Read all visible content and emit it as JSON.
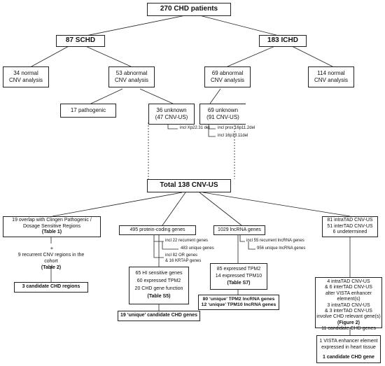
{
  "root": "270 CHD patients",
  "schd": "87 SCHD",
  "ichd": "183 ICHD",
  "schd_normal": [
    "34 normal",
    "CNV analysis"
  ],
  "schd_abnormal": [
    "53 abnormal",
    "CNV analysis"
  ],
  "ichd_abnormal": [
    "69 abnormal",
    "CNV analysis"
  ],
  "ichd_normal": [
    "114 normal",
    "CNV analysis"
  ],
  "pathogenic": "17 pathogenic",
  "schd_unknown": [
    "36 unknown",
    "(47 CNV-US)"
  ],
  "schd_unknown_note": "incl Xp22.31 del",
  "ichd_unknown": [
    "69 unknown",
    "(91 CNV-US)"
  ],
  "ichd_unknown_note": [
    "incl prox 16p11.2del",
    "incl 16p13.11del"
  ],
  "total": "Total 138 CNV-US",
  "col1": {
    "box1": [
      "19 overlap with Clingen Pathogenic /",
      "Dosage Sensitive Regions",
      "(Table 1)"
    ],
    "plus": "+",
    "box2": [
      "9 recurrent CNV regions in the",
      "cohort",
      "(Table 2)"
    ],
    "result": "3 candidate CHD regions"
  },
  "col2": {
    "box1": "495 protein-coding genes",
    "note1": "incl 22 recurrent genes",
    "note2": "483 unique genes",
    "note3": [
      "incl 82 OR genes",
      "& 16 KRTAP genes"
    ],
    "box2": [
      "65 HI sensitive genes",
      "60 expressed TPM2",
      "20 CHD gene function",
      "(Table S5)"
    ],
    "result": "19 ‘unique’ candidate CHD genes"
  },
  "col3": {
    "box1": "1029 lncRNA genes",
    "note1": "incl 55 recurrent lncRNA genes",
    "note2": "956 unique lncRNA genes",
    "box2": [
      "85 expressed TPM2",
      "14 expressed TPM10",
      "(Table S7)"
    ],
    "result": [
      "80 ‘unique’ TPM2 lncRNA genes",
      "12 ‘unique’ TPM10 lncRNA genes"
    ]
  },
  "col4": {
    "box1": [
      "81 intraTAD CNV-US",
      "51 interTAD CNV-US",
      "6 undetermined"
    ],
    "box2a": [
      "4 intraTAD CNV-US",
      "& 6 interTAD CNV-US",
      "alter VISTA enhancer element(s)"
    ],
    "box2b": [
      "3 intraTAD CNV-US",
      "& 3 interTAD CNV-US",
      "involve CHD relevant gene(s)",
      "(Figure 2)"
    ],
    "box2c": "11 candidate CHD genes",
    "box3a": [
      "1 VISTA enhancer element",
      "expressed in heart tissue"
    ],
    "box3b": "1 candidate CHD gene"
  }
}
